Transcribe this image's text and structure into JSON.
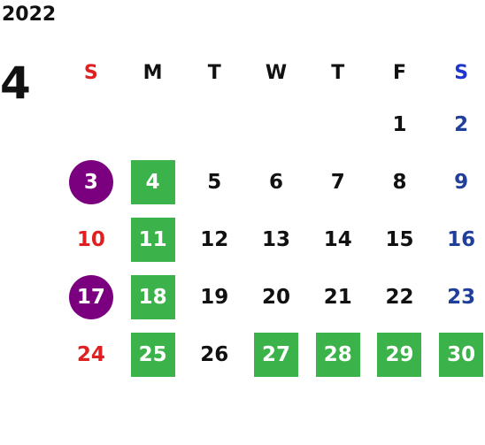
{
  "year": "2022",
  "month": "4",
  "weekdays": [
    "S",
    "M",
    "T",
    "W",
    "T",
    "F",
    "S"
  ],
  "colors": {
    "sunday": "#e02020",
    "saturday": "#1f3f9a",
    "holiday_green": "#3cb34a",
    "highlight_purple": "#7b007f"
  },
  "weeks": [
    [
      {
        "day": ""
      },
      {
        "day": ""
      },
      {
        "day": ""
      },
      {
        "day": ""
      },
      {
        "day": ""
      },
      {
        "day": "1"
      },
      {
        "day": "2"
      }
    ],
    [
      {
        "day": "3",
        "mark": "purple"
      },
      {
        "day": "4",
        "mark": "green"
      },
      {
        "day": "5"
      },
      {
        "day": "6"
      },
      {
        "day": "7"
      },
      {
        "day": "8"
      },
      {
        "day": "9"
      }
    ],
    [
      {
        "day": "10"
      },
      {
        "day": "11",
        "mark": "green"
      },
      {
        "day": "12"
      },
      {
        "day": "13"
      },
      {
        "day": "14"
      },
      {
        "day": "15"
      },
      {
        "day": "16"
      }
    ],
    [
      {
        "day": "17",
        "mark": "purple"
      },
      {
        "day": "18",
        "mark": "green"
      },
      {
        "day": "19"
      },
      {
        "day": "20"
      },
      {
        "day": "21"
      },
      {
        "day": "22"
      },
      {
        "day": "23"
      }
    ],
    [
      {
        "day": "24"
      },
      {
        "day": "25",
        "mark": "green"
      },
      {
        "day": "26"
      },
      {
        "day": "27",
        "mark": "green"
      },
      {
        "day": "28",
        "mark": "green"
      },
      {
        "day": "29",
        "mark": "green"
      },
      {
        "day": "30",
        "mark": "green"
      }
    ]
  ]
}
